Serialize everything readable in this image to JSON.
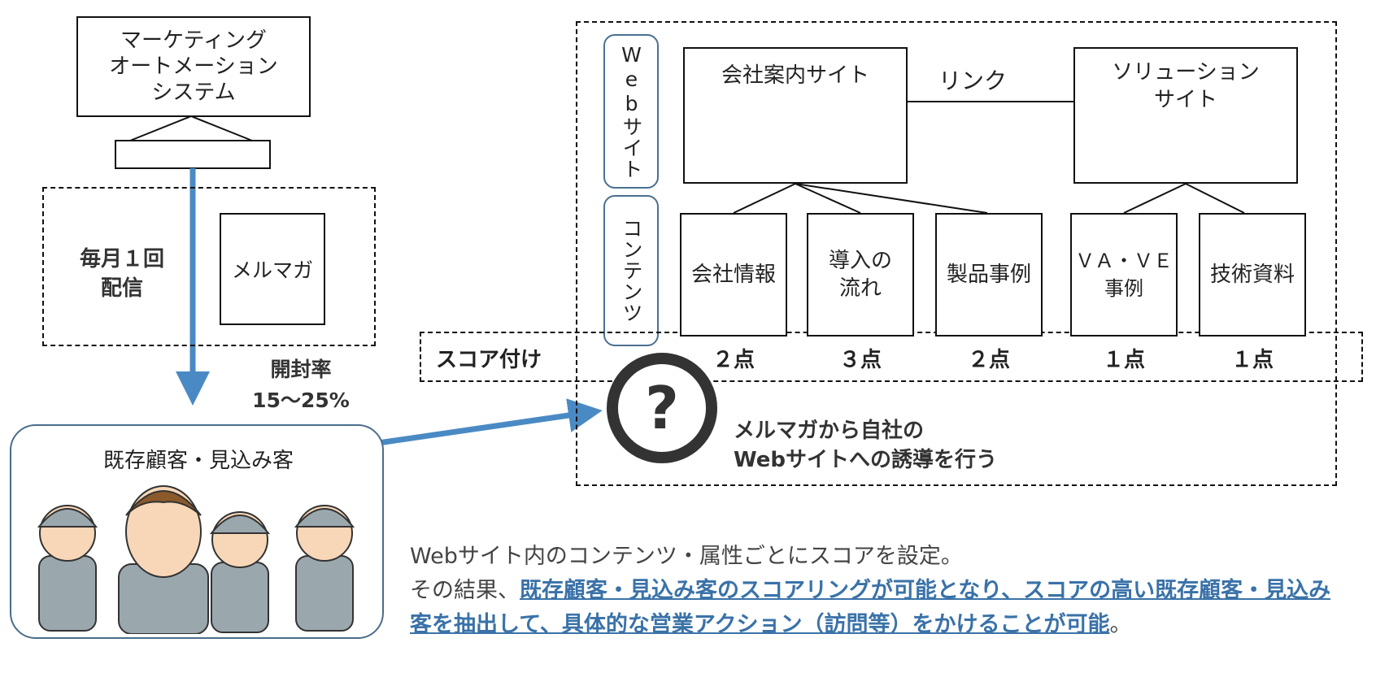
{
  "ma_system": {
    "label": "マーケティング\nオートメーション\nシステム"
  },
  "newsletter_block": {
    "frequency": "毎月１回\n配信",
    "doc_label": "メルマガ"
  },
  "open_rate": {
    "label": "開封率",
    "value": "15～25%"
  },
  "customers": {
    "label": "既存顧客・見込み客"
  },
  "website": {
    "side_label_top": "Webサイト",
    "side_label_bottom": "コンテンツ",
    "company_site": "会社案内サイト",
    "link_label": "リンク",
    "solution_site": "ソリューション\nサイト"
  },
  "contents": [
    {
      "label": "会社情報",
      "score": "２点"
    },
    {
      "label": "導入の\n流れ",
      "score": "３点"
    },
    {
      "label": "製品事例",
      "score": "２点"
    },
    {
      "label": "ＶＡ・ＶＥ\n事例",
      "score": "１点"
    },
    {
      "label": "技術資料",
      "score": "１点"
    }
  ],
  "scoring": {
    "label": "スコア付け"
  },
  "question": {
    "symbol": "?",
    "caption": "メルマガから自社の\nWebサイトへの誘導を行う"
  },
  "bottom_text": {
    "line1": "Webサイト内のコンテンツ・属性ごとにスコアを設定。",
    "prefix": "その結果、",
    "highlight": "既存顧客・見込み客のスコアリングが可能となり、スコアの高い既存顧客・見込み客を抽出して、具体的な営業アクション（訪問等）をかけることが可能",
    "suffix": "。"
  },
  "colors": {
    "arrow_blue": "#4a8ac4",
    "link_blue": "#3a72a8",
    "pill_border": "#4a7090"
  }
}
